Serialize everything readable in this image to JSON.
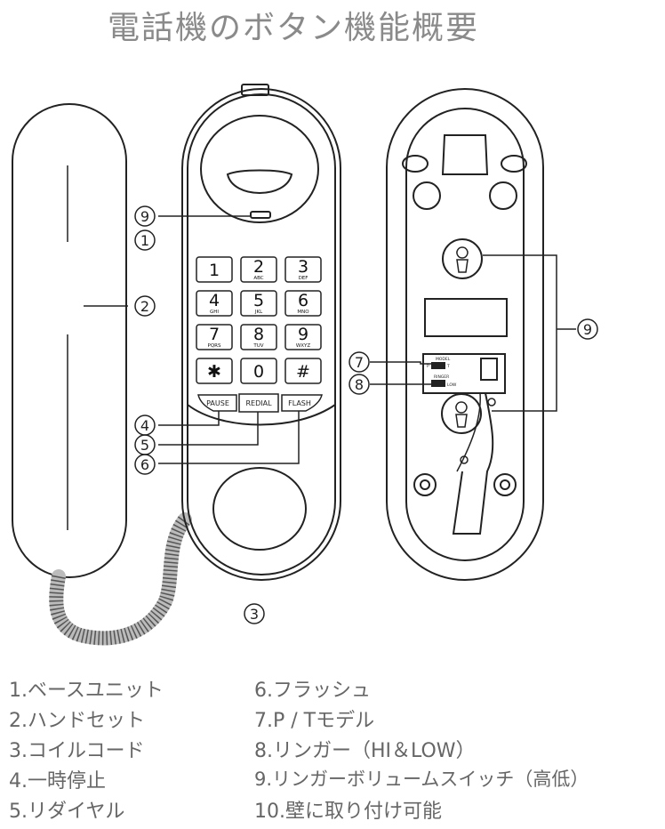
{
  "title": "電話機のボタン機能概要",
  "keypad": [
    {
      "digit": "1",
      "letters": ""
    },
    {
      "digit": "2",
      "letters": "ABC"
    },
    {
      "digit": "3",
      "letters": "DEF"
    },
    {
      "digit": "4",
      "letters": "GHI"
    },
    {
      "digit": "5",
      "letters": "JKL"
    },
    {
      "digit": "6",
      "letters": "MNO"
    },
    {
      "digit": "7",
      "letters": "PQRS"
    },
    {
      "digit": "8",
      "letters": "TUV"
    },
    {
      "digit": "9",
      "letters": "WXYZ"
    },
    {
      "digit": "✱",
      "letters": ""
    },
    {
      "digit": "0",
      "letters": ""
    },
    {
      "digit": "#",
      "letters": ""
    }
  ],
  "function_keys": {
    "pause": "PAUSE",
    "redial": "REDIAL",
    "flash": "FLASH"
  },
  "switch_labels": {
    "mode": "MODEL",
    "mode_p": "P",
    "mode_t": "T",
    "ringer": "RINGER",
    "ringer_low": "LOW"
  },
  "callouts": {
    "c1": "1",
    "c2": "2",
    "c3": "3",
    "c4": "4",
    "c5": "5",
    "c6": "6",
    "c7": "7",
    "c8": "8",
    "c9a": "9",
    "c9b": "9"
  },
  "legend_left": [
    "1.ベースユニット",
    "2.ハンドセット",
    "3.コイルコード",
    "4.一時停止",
    "5.リダイヤル"
  ],
  "legend_right": [
    "6.フラッシュ",
    "7.P / Tモデル",
    "8.リンガー（HI＆LOW）",
    "9.リンガーボリュームスイッチ（高低）",
    "10.壁に取り付け可能"
  ]
}
